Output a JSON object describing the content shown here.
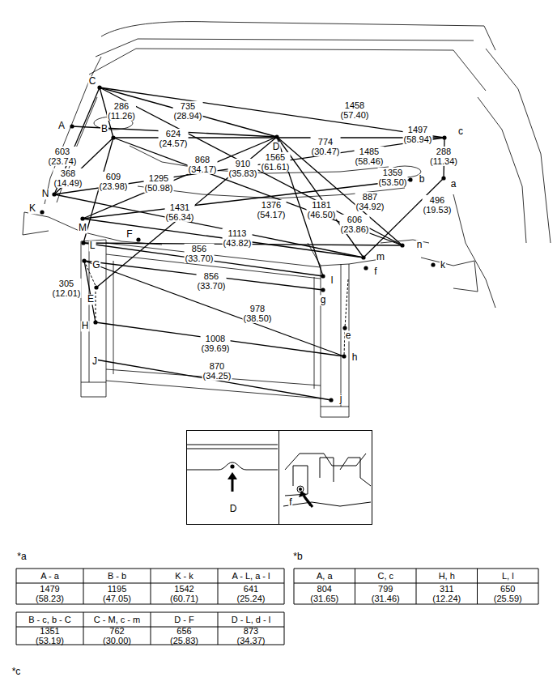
{
  "diagram": {
    "nodes": [
      {
        "text": [
          "D"
        ]
      },
      {
        "text": [
          "f"
        ]
      }
    ],
    "labels": [
      "C",
      "A",
      "B",
      "D",
      "c",
      "a",
      "b",
      "N",
      "K",
      "M",
      "F",
      "L",
      "G",
      "E",
      "H",
      "J",
      "n",
      "m",
      "f",
      "k",
      "l",
      "g",
      "e",
      "h",
      "j",
      "286 (11.26)",
      "735 (28.94)",
      "1458 (57.40)",
      "624 (24.57)",
      "1497 (58.94)",
      "774 (30.47)",
      "603 (23.74)",
      "868 (34.17)",
      "910 (35.83)",
      "1565 (61.61)",
      "1485 (58.46)",
      "288 (11.34)",
      "368 (14.49)",
      "609 (23.98)",
      "1295 (50.98)",
      "1376 (54.17)",
      "1181 (46.50)",
      "1359 (53.50)",
      "887 (34.92)",
      "496 (19.53)",
      "606 (23.86)",
      "1431 (56.34)",
      "1113 (43.82)",
      "856 (33.70)",
      "856 (33.70)",
      "305 (12.01)",
      "978 (38.50)",
      "1008 (39.69)",
      "870 (34.25)",
      "*a",
      "*b",
      "*c",
      "A - a",
      "B - b",
      "K - k",
      "A - L, a - l",
      "1479 (58.23)",
      "1195 (47.05)",
      "1542 (60.71)",
      "641 (25.24)",
      "B - c, b - C",
      "C - M, c - m",
      "D - F",
      "D - L, d - l",
      "1351 (53.19)",
      "762 (30.00)",
      "656 (25.83)",
      "873 (34.37)",
      "A, a",
      "C, c",
      "H, h",
      "L, l",
      "804 (31.65)",
      "799 (31.46)",
      "311 (12.24)",
      "650 (25.59)"
    ]
  }
}
